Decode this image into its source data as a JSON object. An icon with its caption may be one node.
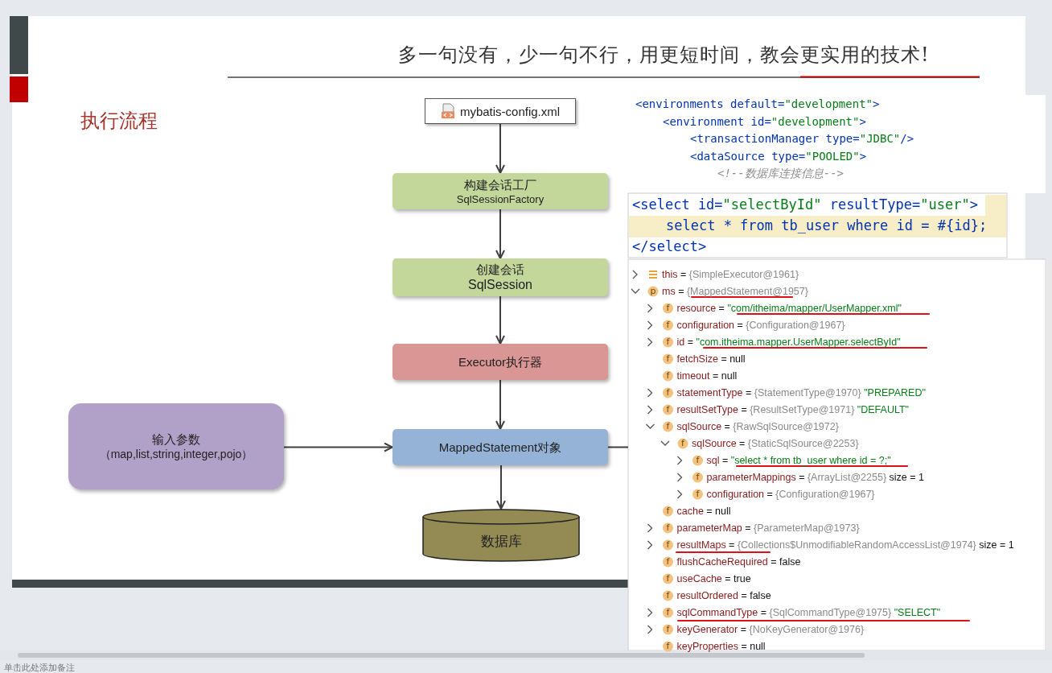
{
  "diagram": {
    "title": "执行流程",
    "nodes": [
      {
        "text": [
          "mybatis-config.xml"
        ]
      },
      {
        "text": [
          "构建会话工厂",
          "SqlSessionFactory"
        ]
      },
      {
        "text": [
          "创建会话",
          "SqlSession"
        ]
      },
      {
        "text": [
          "Executor执行器"
        ]
      },
      {
        "text": [
          "输入参数",
          "（map,list,string,integer,pojo）"
        ]
      },
      {
        "text": [
          "MappedStatement对象"
        ]
      },
      {
        "text": [
          "数据库"
        ]
      }
    ],
    "edges": [
      {
        "from": 0,
        "to": 1,
        "arrow": "to"
      },
      {
        "from": 1,
        "to": 2,
        "arrow": "to"
      },
      {
        "from": 2,
        "to": 3,
        "arrow": "to"
      },
      {
        "from": 3,
        "to": 5,
        "arrow": "to"
      },
      {
        "from": 4,
        "to": 5,
        "arrow": "to"
      },
      {
        "from": 5,
        "to": 6,
        "arrow": "to"
      },
      {
        "from": 5,
        "to": null,
        "arrow": "none"
      }
    ],
    "labels": [
      "多一句没有，少一句不行，用更短时间，教会更实用的技术!",
      "<environments default=\"development\">",
      "<environment id=\"development\">",
      "<transactionManager type=\"JDBC\"/>",
      "<dataSource type=\"POOLED\">",
      "<!--数据库连接信息-->",
      "<select id=\"selectById\" resultType=\"user\">",
      "select * from tb_user where id = #{id};",
      "</select>",
      "this = {SimpleExecutor@1961}",
      "p",
      "ms = {MappedStatement@1957}",
      "f",
      "resource = \"com/itheima/mapper/UserMapper.xml\"",
      "f",
      "configuration = {Configuration@1967}",
      "f",
      "id = \"com.itheima.mapper.UserMapper.selectById\"",
      "f",
      "fetchSize = null",
      "f",
      "timeout = null",
      "f",
      "statementType = {StatementType@1970} \"PREPARED\"",
      "f",
      "resultSetType = {ResultSetType@1971} \"DEFAULT\"",
      "f",
      "sqlSource = {RawSqlSource@1972}",
      "f",
      "sqlSource = {StaticSqlSource@2253}",
      "f",
      "sql = \"select * from tb_user where id = ?;\"",
      "f",
      "parameterMappings = {ArrayList@2255}  size = 1",
      "f",
      "configuration = {Configuration@1967}",
      "f",
      "cache = null",
      "f",
      "parameterMap = {ParameterMap@1973}",
      "f",
      "resultMaps = {Collections$UnmodifiableRandomAccessList@1974}  size = 1",
      "f",
      "flushCacheRequired = false",
      "f",
      "useCache = true",
      "f",
      "resultOrdered = false",
      "f",
      "sqlCommandType = {SqlCommandType@1975} \"SELECT\"",
      "f",
      "keyGenerator = {NoKeyGenerator@1976}",
      "f",
      "keyProperties = null",
      "单击此处添加备注"
    ]
  }
}
